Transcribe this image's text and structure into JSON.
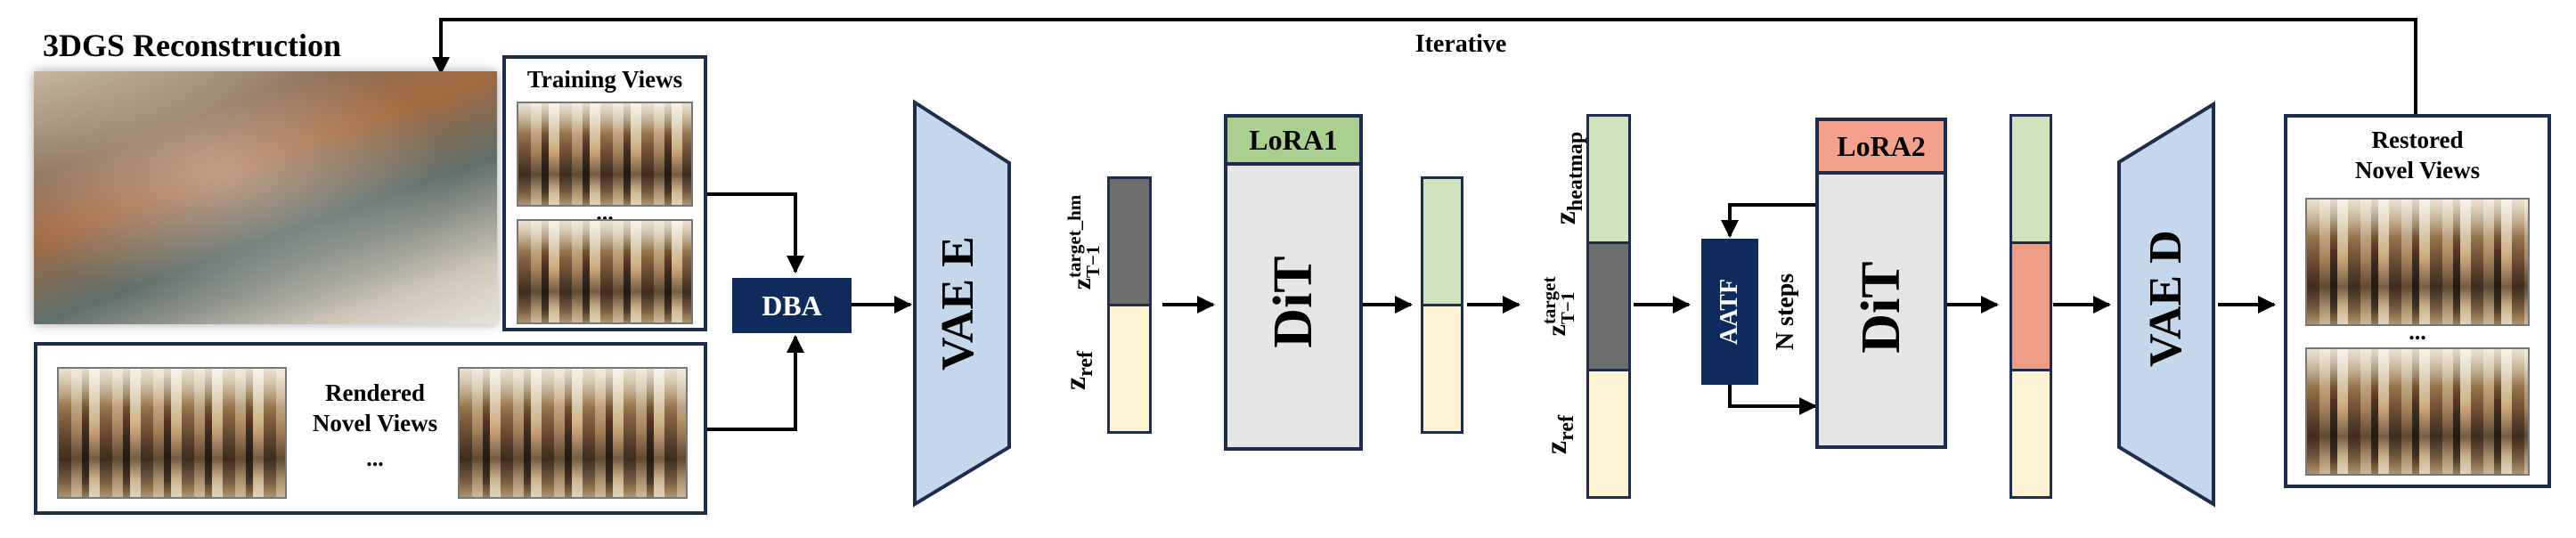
{
  "recon": {
    "title": "3DGS Reconstruction"
  },
  "training": {
    "title": "Training Views",
    "ellipsis": "..."
  },
  "rendered": {
    "title_line1": "Rendered",
    "title_line2": "Novel Views",
    "ellipsis": "..."
  },
  "restored": {
    "title_line1": "Restored",
    "title_line2": "Novel Views",
    "ellipsis": "..."
  },
  "modules": {
    "dba": "DBA",
    "vae_e": "VAE E",
    "dit1": "DiT",
    "lora1": "LoRA1",
    "dit2": "DiT",
    "lora2": "LoRA2",
    "aatf": "AATF",
    "n_steps": "N steps",
    "vae_d": "VAE D"
  },
  "latents": {
    "z_target_hm_base": "z",
    "z_target_hm_sup": "target_hm",
    "z_target_hm_sub": "T−1",
    "z_ref1_base": "z",
    "z_ref1_sub": "ref",
    "z_heatmap_base": "z",
    "z_heatmap_sub": "heatmap",
    "z_target_base": "z",
    "z_target_sup": "target",
    "z_target_sub": "T−1",
    "z_ref2_base": "z",
    "z_ref2_sub": "ref"
  },
  "feedback": {
    "label": "Iterative"
  },
  "colors": {
    "border": "#1f2d4d",
    "vae": "#c5d7ec",
    "dit": "#e6e6e6",
    "lora1": "#a9d08e",
    "lora2": "#f4a28c",
    "gray_latent": "#6e6e6e",
    "green_latent": "#cfe3bd",
    "cream_latent": "#fdf3d3",
    "salmon_latent": "#ef9e86",
    "dark_box": "#0f2b5c"
  }
}
